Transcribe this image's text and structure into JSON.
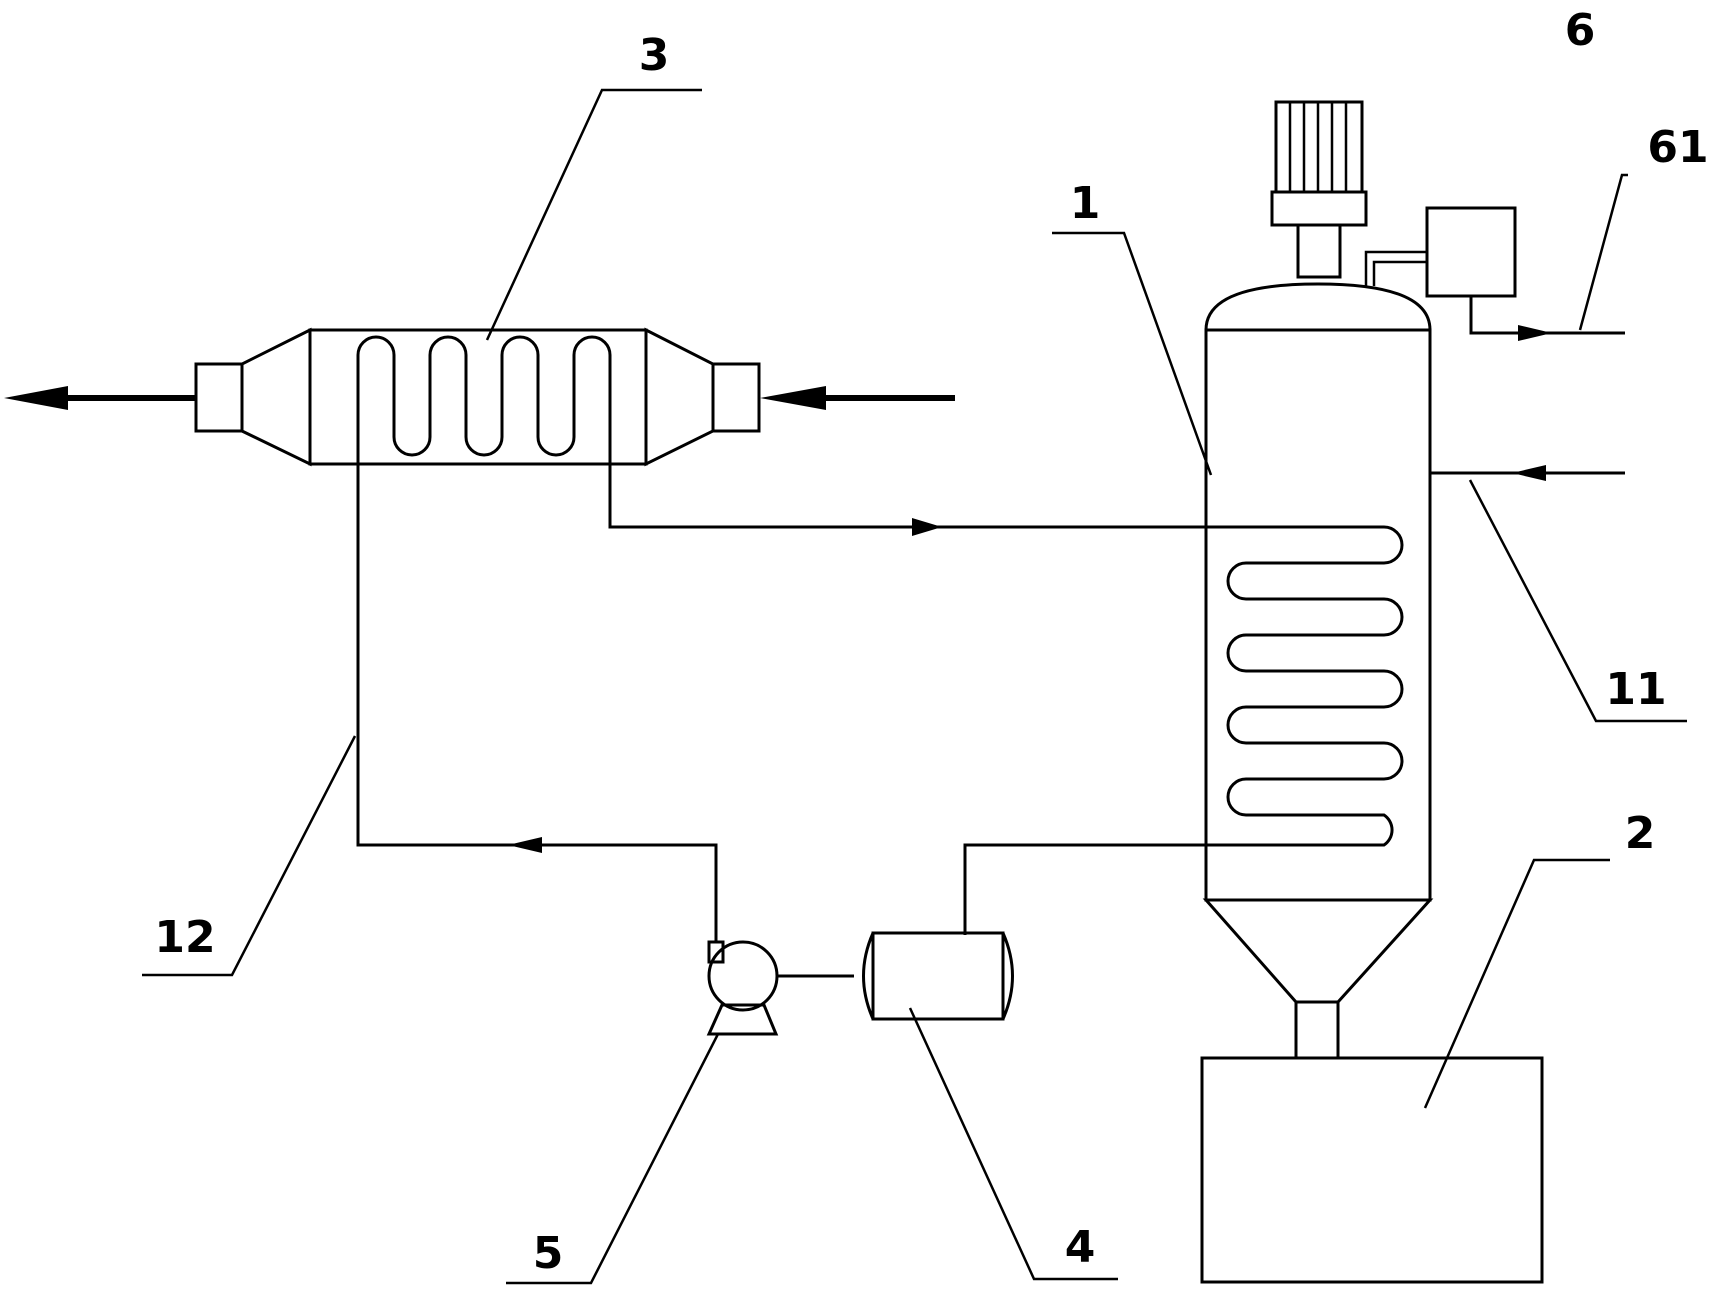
{
  "labels": {
    "l1": "1",
    "l2": "2",
    "l3": "3",
    "l4": "4",
    "l5": "5",
    "l6": "6",
    "l11": "11",
    "l12": "12",
    "l61": "61"
  },
  "colors": {
    "line": "#000000",
    "background": "#ffffff"
  }
}
